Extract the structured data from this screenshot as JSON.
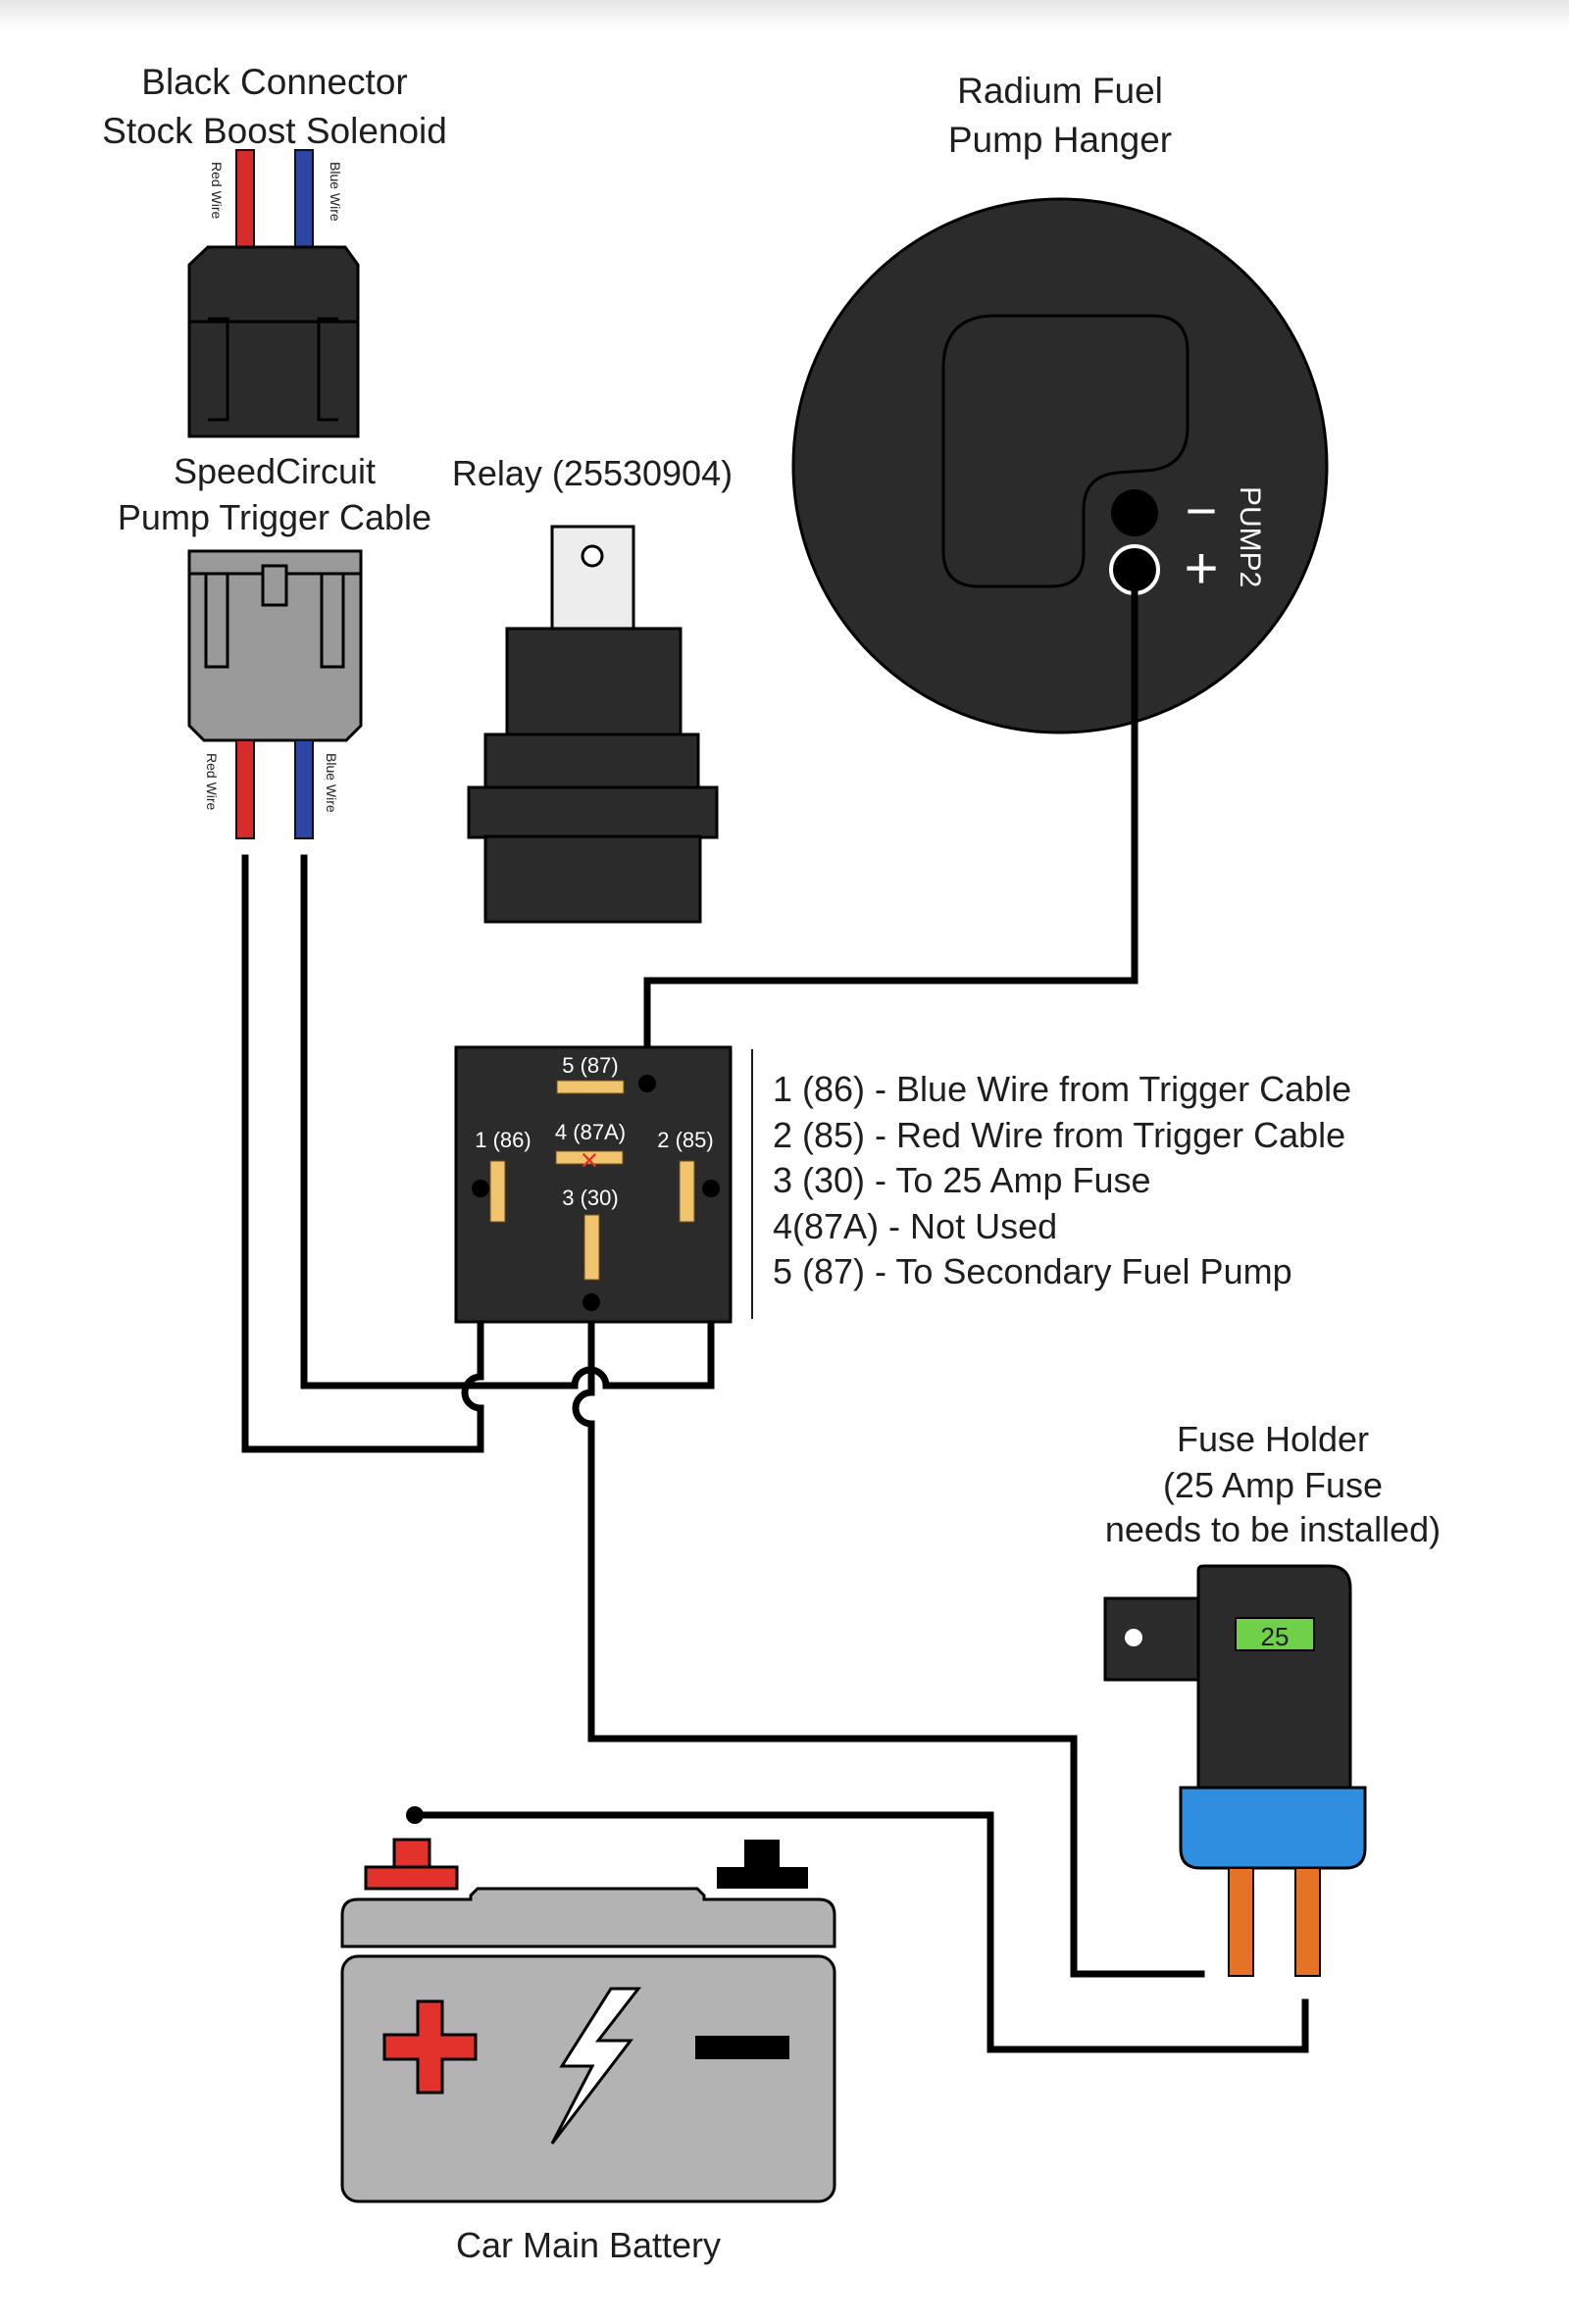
{
  "colors": {
    "background": "#ffffff",
    "component_dark": "#2b2b2b",
    "connector_gray": "#9a9a9a",
    "red_wire": "#d52b2b",
    "blue_wire": "#2e46a3",
    "relay_pin": "#f2c46d",
    "fuse_blue": "#2f8ee0",
    "fuse_leg": "#e57325",
    "fuse_label": "#6fd14a",
    "battery_gray": "#b3b3b3",
    "battery_red": "#e2322b"
  },
  "components": {
    "solenoid": {
      "title_line1": "Black Connector",
      "title_line2": "Stock Boost Solenoid",
      "red_wire_label": "Red Wire",
      "blue_wire_label": "Blue Wire"
    },
    "trigger_cable": {
      "title_line1": "SpeedCircuit",
      "title_line2": "Pump Trigger Cable",
      "red_wire_label": "Red Wire",
      "blue_wire_label": "Blue Wire"
    },
    "relay": {
      "title": "Relay (25530904)"
    },
    "fuel_pump": {
      "title_line1": "Radium Fuel",
      "title_line2": "Pump Hanger",
      "minus_symbol": "−",
      "plus_symbol": "+",
      "pump_label": "PUMP2"
    },
    "relay_socket": {
      "pin5": "5 (87)",
      "pin4": "4 (87A)",
      "pin1": "1 (86)",
      "pin2": "2 (85)",
      "pin3": "3 (30)",
      "unused_mark": "×"
    },
    "pin_legend": [
      "1 (86) - Blue Wire from Trigger Cable",
      "2 (85) - Red Wire from Trigger Cable",
      "3 (30) - To 25 Amp Fuse",
      "4(87A) - Not Used",
      "5 (87) - To Secondary Fuel Pump"
    ],
    "fuse_holder": {
      "title_line1": "Fuse Holder",
      "title_line2": "(25 Amp Fuse",
      "title_line3": "needs to be installed)",
      "rating": "25"
    },
    "battery": {
      "title": "Car Main Battery"
    }
  }
}
